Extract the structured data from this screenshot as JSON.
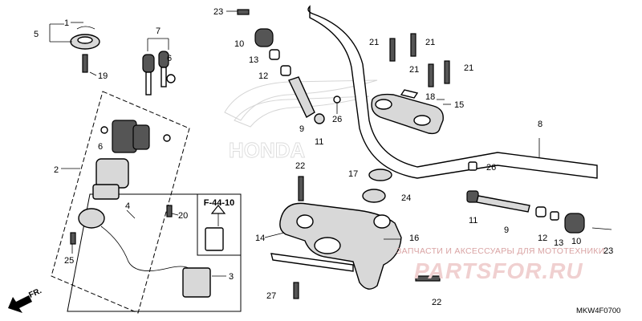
{
  "callouts": {
    "c1": "1",
    "c2": "2",
    "c3": "3",
    "c4": "4",
    "c5": "5",
    "c6a": "6",
    "c6b": "6",
    "c7": "7",
    "c8": "8",
    "c9a": "9",
    "c9b": "9",
    "c10a": "10",
    "c10b": "10",
    "c11a": "11",
    "c11b": "11",
    "c12a": "12",
    "c12b": "12",
    "c13a": "13",
    "c13b": "13",
    "c14": "14",
    "c15": "15",
    "c16": "16",
    "c17": "17",
    "c18": "18",
    "c19": "19",
    "c20": "20",
    "c21a": "21",
    "c21b": "21",
    "c21c": "21",
    "c21d": "21",
    "c22a": "22",
    "c22b": "22",
    "c23a": "23",
    "c23b": "23",
    "c24": "24",
    "c25": "25",
    "c26a": "26",
    "c26b": "26",
    "c27": "27"
  },
  "reference_label": "F-44-10",
  "direction_label": "FR.",
  "brand_logo": "HONDA",
  "watermark": {
    "line1": "ЗАПЧАСТИ И АКСЕССУАРЫ ДЛЯ МОТОТЕХНИКИ",
    "logo": "PARTSFOR.RU"
  },
  "diagram_code": "MKW4F0700",
  "colors": {
    "line": "#000000",
    "part_fill": "#d8d8d8",
    "watermark": "#d9a3a3"
  }
}
